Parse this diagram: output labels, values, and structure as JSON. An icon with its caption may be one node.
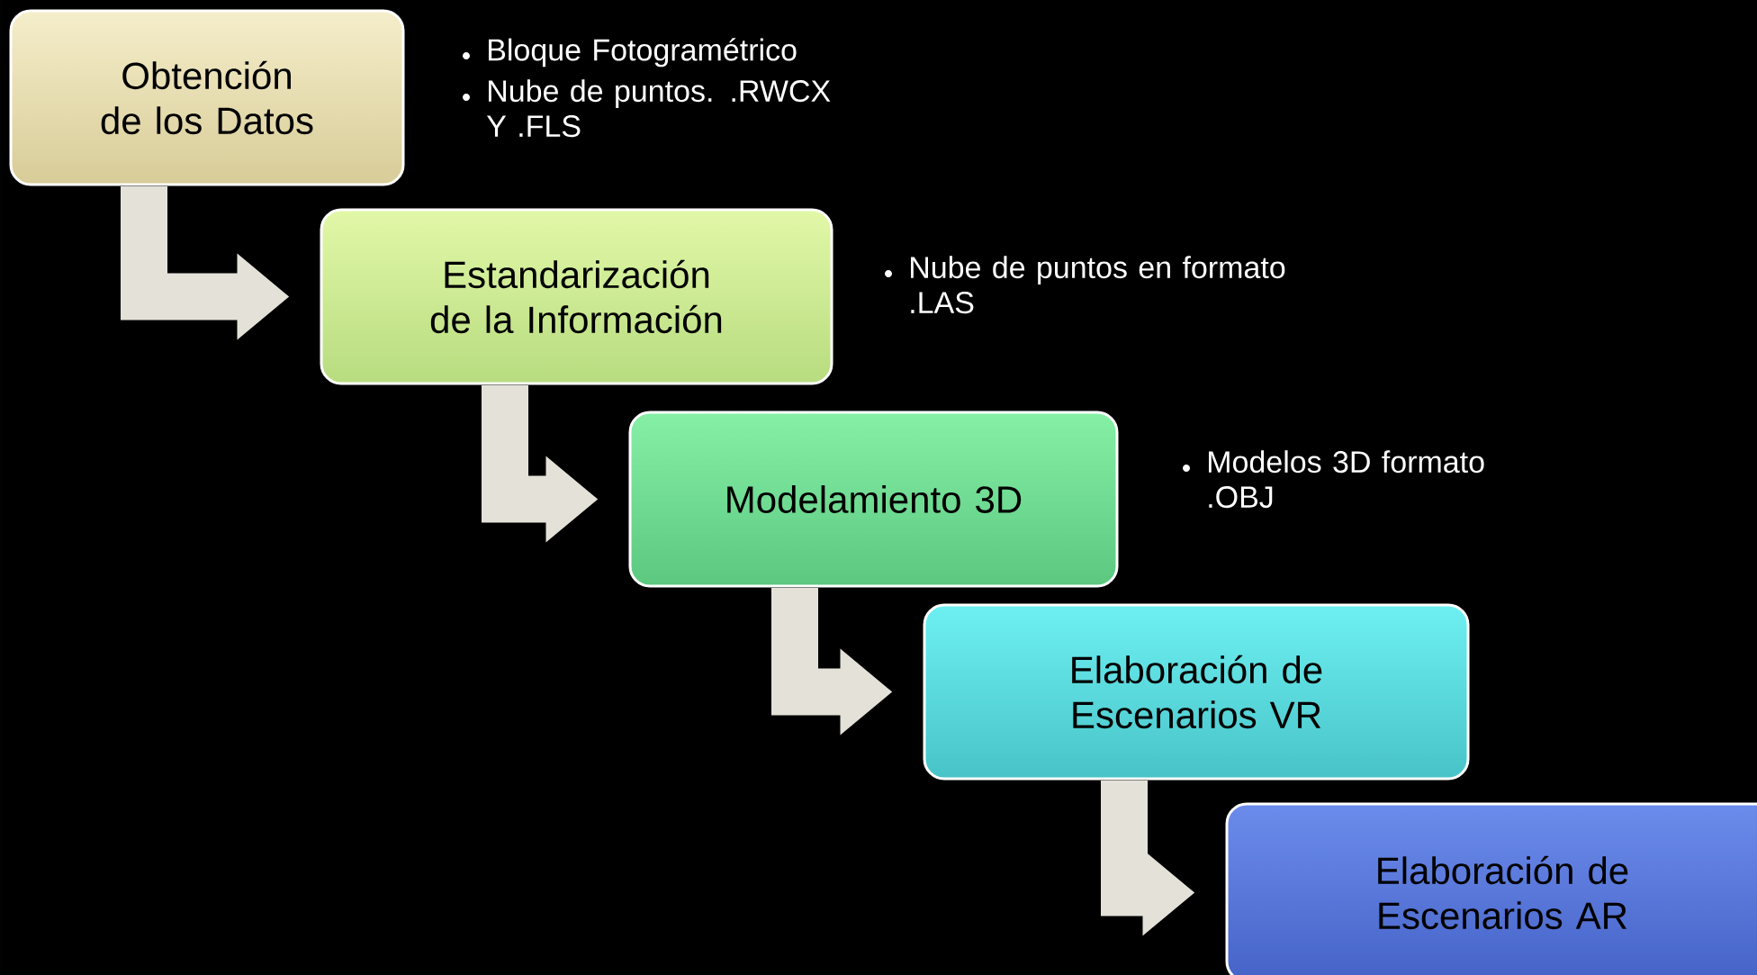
{
  "diagram": {
    "nodes": [
      {
        "text": [
          "Obtención de los Datos"
        ],
        "beside": [
          "Bloque Fotogramétrico",
          "Nube de puntos. .RWCX Y .FLS"
        ]
      },
      {
        "text": [
          "Estandarización de la Información"
        ],
        "beside": [
          "Nube de puntos en formato .LAS"
        ]
      },
      {
        "text": [
          "Modelamiento 3D"
        ],
        "beside": [
          "Modelos 3D formato .OBJ"
        ]
      },
      {
        "text": [
          "Elaboración de Escenarios VR"
        ]
      },
      {
        "text": [
          "Elaboración de Escenarios AR"
        ]
      }
    ],
    "edges": [
      {
        "from": 0,
        "to": 1,
        "arrow": "to"
      },
      {
        "from": 1,
        "to": 2,
        "arrow": "to"
      },
      {
        "from": 2,
        "to": 3,
        "arrow": "to"
      },
      {
        "from": 3,
        "to": 4,
        "arrow": "to"
      }
    ]
  }
}
